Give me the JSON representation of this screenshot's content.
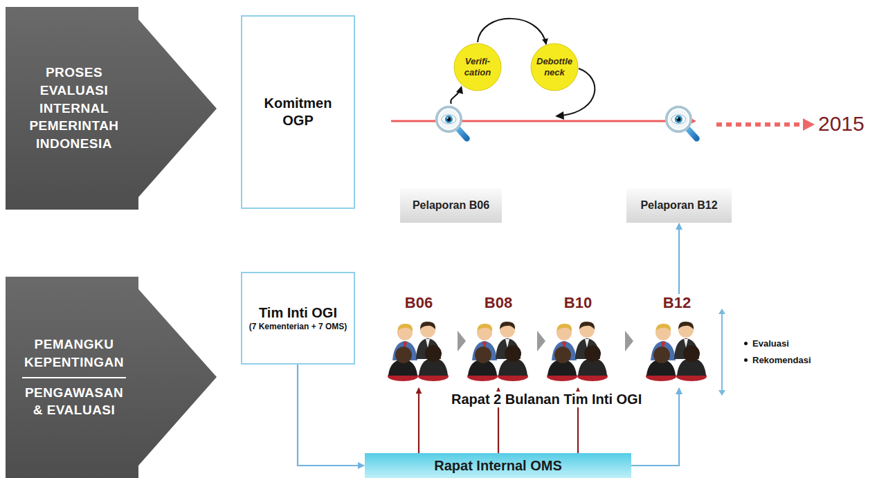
{
  "diagram": {
    "nodes": [
      {
        "text": [
          "PROSES EVALUASI INTERNAL PEMERINTAH INDONESIA"
        ]
      },
      {
        "text": [
          "Komitmen OGP"
        ]
      },
      {
        "text": [
          "Verifi- cation"
        ]
      },
      {
        "text": [
          "Debottle neck"
        ]
      },
      {
        "text": [
          "Pelaporan B06"
        ]
      },
      {
        "text": [
          "Pelaporan B12"
        ]
      },
      {
        "text": [
          "PEMANGKU KEPENTINGAN",
          "PENGAWASAN & EVALUASI"
        ]
      },
      {
        "text": [
          "Tim Inti OGI",
          "(7 Kementerian + 7 OMS)"
        ]
      },
      {
        "text": [
          "B06"
        ]
      },
      {
        "text": [
          "B08"
        ]
      },
      {
        "text": [
          "B10"
        ]
      },
      {
        "text": [
          "B12"
        ]
      },
      {
        "text": [
          "Rapat Internal OMS"
        ]
      }
    ],
    "edges": [
      {
        "from": 2,
        "to": 3,
        "arrow": "to"
      },
      {
        "from": 11,
        "to": 5,
        "arrow": "to"
      },
      {
        "from": 7,
        "to": 12,
        "arrow": "to"
      },
      {
        "from": 12,
        "to": 8,
        "arrow": "to"
      },
      {
        "from": 12,
        "to": 9,
        "arrow": "to"
      },
      {
        "from": 12,
        "to": 10,
        "arrow": "to"
      },
      {
        "from": 12,
        "to": 11,
        "arrow": "to"
      }
    ],
    "labels": [
      "2015",
      "Rapat 2 Bulanan Tim Inti OGI",
      "Evaluasi",
      "Rekomendasi"
    ]
  }
}
